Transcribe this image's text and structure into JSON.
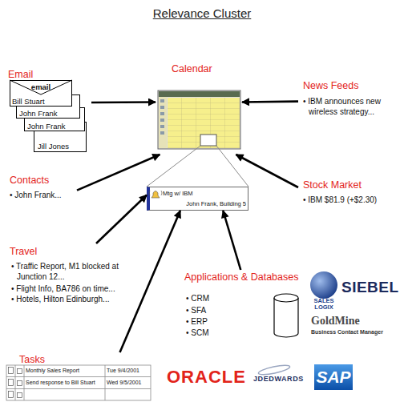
{
  "diagram": {
    "title": "Relevance Cluster",
    "nodes": [
      {
        "text": [
          "Email"
        ]
      },
      {
        "text": [
          "email",
          "Bill Stuart"
        ],
        "in": 0
      },
      {
        "text": [
          "John Frank"
        ],
        "in": 0
      },
      {
        "text": [
          "John Frank"
        ],
        "in": 0
      },
      {
        "text": [
          "Jill Jones"
        ],
        "in": 0
      },
      {
        "text": [
          "Calendar"
        ]
      },
      {
        "text": [
          "Mtg w/ IBM",
          "John Frank, Building 5"
        ]
      },
      {
        "text": [
          "News Feeds",
          "• IBM announces new wireless strategy..."
        ]
      },
      {
        "text": [
          "Contacts",
          "• John Frank..."
        ]
      },
      {
        "text": [
          "Stock Market",
          "• IBM $81.9 (+$2.30)"
        ]
      },
      {
        "text": [
          "Travel",
          "• Traffic Report, M1 blocked at Junction 12...",
          "• Flight Info, BA786 on time...",
          "• Hotels, Hilton Edinburgh..."
        ]
      },
      {
        "text": [
          "Applications & Databases",
          "• CRM",
          "• SFA",
          "• ERP",
          "• SCM"
        ]
      },
      {
        "text": [
          "Tasks",
          "Monthly Sales Report",
          "Tue 9/4/2001",
          "Send response to Bill Stuart",
          "Wed 9/5/2001"
        ]
      }
    ],
    "edges": [
      {
        "from": 0,
        "to": 5,
        "arrow": "to"
      },
      {
        "from": 7,
        "to": 5,
        "arrow": "to"
      },
      {
        "from": 8,
        "to": 5,
        "arrow": "to"
      },
      {
        "from": 9,
        "to": 5,
        "arrow": "to"
      },
      {
        "from": 10,
        "to": 6,
        "arrow": "to"
      },
      {
        "from": 12,
        "to": 6,
        "arrow": "to"
      },
      {
        "from": 11,
        "to": 6,
        "arrow": "to"
      }
    ],
    "labels": [
      "SALES LOGIX",
      "SIEBEL",
      "GoldMine",
      "Business Contact Manager",
      "ORACLE",
      "JDEDWARDS",
      "SAP"
    ]
  }
}
